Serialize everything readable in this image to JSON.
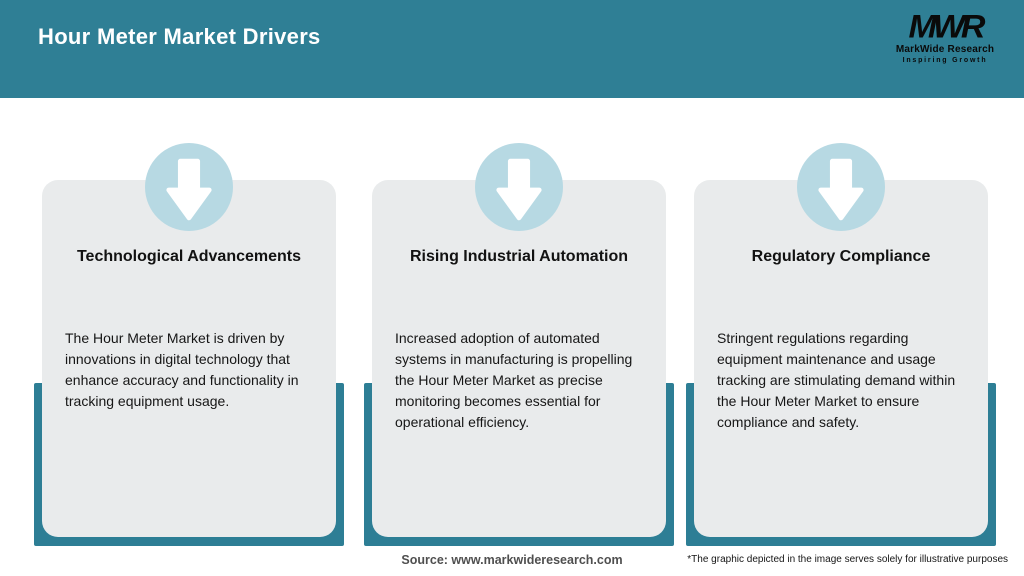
{
  "header": {
    "title": "Hour Meter Market Drivers"
  },
  "logo": {
    "monogram": "MWR",
    "name": "MarkWide Research",
    "tagline": "Inspiring Growth"
  },
  "cards": [
    {
      "icon": "down-arrow-icon",
      "title": "Technological Advancements",
      "description": "The Hour Meter Market is driven by innovations in digital technology that enhance accuracy and functionality in tracking equipment usage."
    },
    {
      "icon": "down-arrow-icon",
      "title": "Rising Industrial Automation",
      "description": "Increased adoption of automated systems in manufacturing is propelling the Hour Meter Market as precise monitoring becomes essential for operational efficiency."
    },
    {
      "icon": "down-arrow-icon",
      "title": "Regulatory Compliance",
      "description": "Stringent regulations regarding equipment maintenance and usage tracking are stimulating demand within the Hour Meter Market to ensure compliance and safety."
    }
  ],
  "footer": {
    "source": "Source: www.markwideresearch.com",
    "disclaimer": "*The graphic depicted in the image serves solely for illustrative purposes"
  },
  "colors": {
    "teal": "#2f7f95",
    "panel": "#2d7e95",
    "badge": "#b7d9e3",
    "card": "#e9ebec"
  }
}
